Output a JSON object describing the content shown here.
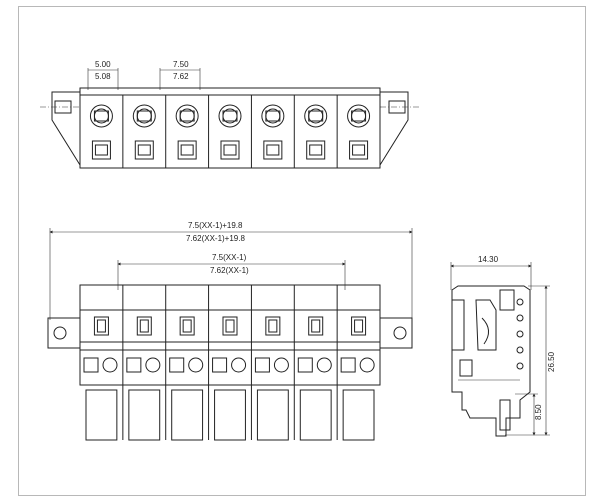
{
  "top_view": {
    "pitch_a_upper": "5.00",
    "pitch_a_lower": "5.08",
    "pitch_b_upper": "7.50",
    "pitch_b_lower": "7.62",
    "positions": 7
  },
  "front_view": {
    "overall_upper": "7.5(XX-1)+19.8",
    "overall_lower": "7.62(XX-1)+19.8",
    "span_upper": "7.5(XX-1)",
    "span_lower": "7.62(XX-1)",
    "positions": 7
  },
  "side_view": {
    "width": "14.30",
    "height": "26.50",
    "pin_length": "8.50"
  }
}
